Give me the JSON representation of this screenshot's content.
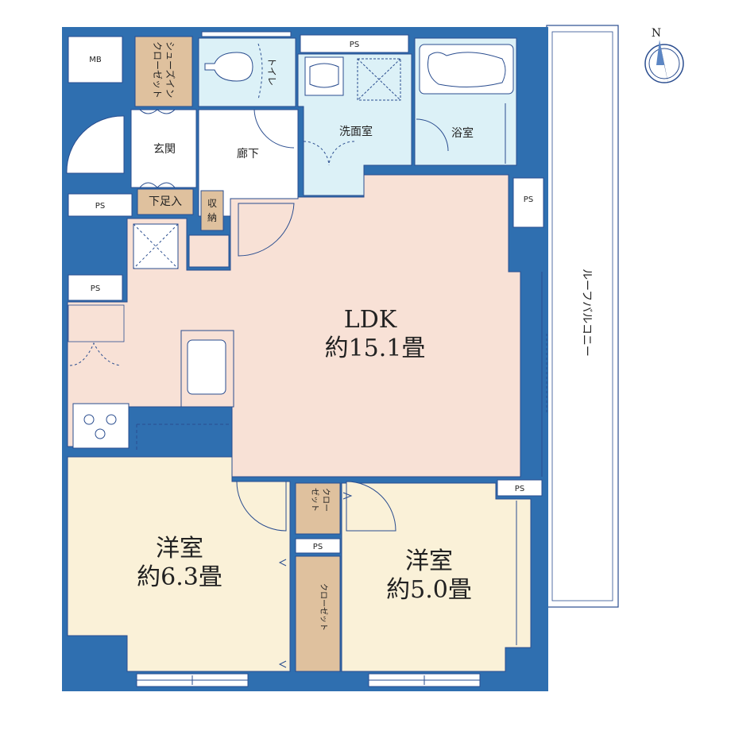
{
  "colors": {
    "wall": "#2f6fb0",
    "ldk": "#f8e1d6",
    "bedroom": "#faf1d8",
    "wet": "#dcf1f7",
    "storage": "#dfc19e",
    "hall": "#ffffff",
    "balcony": "#ffffff",
    "line": "#2a4d8f"
  },
  "rooms": {
    "ldk_name": "LDK",
    "ldk_size": "約15.1畳",
    "bed1_name": "洋室",
    "bed1_size": "約6.3畳",
    "bed2_name": "洋室",
    "bed2_size": "約5.0畳",
    "toilet": "トイレ",
    "washroom": "洗面室",
    "bath": "浴室",
    "entrance": "玄関",
    "corridor": "廊下",
    "shoe_closet_line1": "シューズイン",
    "shoe_closet_line2": "クローゼット",
    "shoe_rack": "下足入",
    "storage_line1": "収",
    "storage_line2": "納",
    "closet_small_line1": "クロー",
    "closet_small_line2": "ゼット",
    "closet_tall": "クローゼット",
    "roof_balcony": "ルーフバルコニー"
  },
  "labels": {
    "mb": "MB",
    "ps_top": "PS",
    "ps_left_upper": "PS",
    "ps_left_lower": "PS",
    "ps_right": "PS",
    "ps_center": "PS",
    "ps_right_lower": "PS"
  },
  "compass": {
    "north": "N"
  }
}
